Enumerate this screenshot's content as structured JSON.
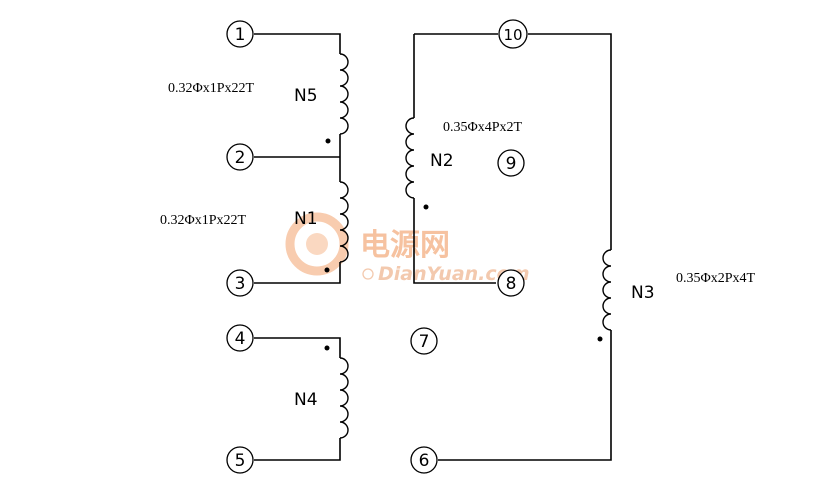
{
  "pins": [
    {
      "label": "1"
    },
    {
      "label": "2"
    },
    {
      "label": "3"
    },
    {
      "label": "4"
    },
    {
      "label": "5"
    },
    {
      "label": "6"
    },
    {
      "label": "7"
    },
    {
      "label": "8"
    },
    {
      "label": "9"
    },
    {
      "label": "10"
    }
  ],
  "windings": {
    "N5": {
      "name": "N5",
      "spec": "0.32Φx1Px22T"
    },
    "N1": {
      "name": "N1",
      "spec": "0.32Φx1Px22T"
    },
    "N2": {
      "name": "N2",
      "spec": "0.35Φx4Px2T"
    },
    "N3": {
      "name": "N3",
      "spec": "0.35Φx2Px4T"
    },
    "N4": {
      "name": "N4"
    }
  },
  "watermark": {
    "cn": "电源网",
    "en": "DianYuan.com"
  },
  "colors": {
    "line": "#000000",
    "watermark": "#f08a4b"
  }
}
